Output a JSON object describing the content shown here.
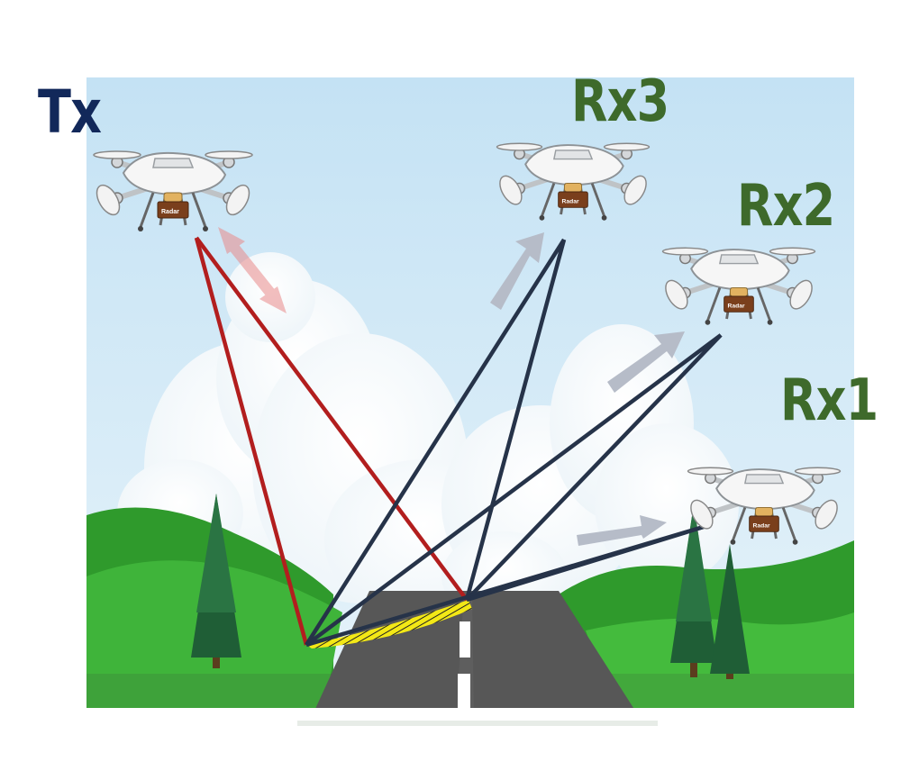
{
  "labels": {
    "tx": "Tx",
    "rx3": "Rx3",
    "rx2": "Rx2",
    "rx1": "Rx1"
  },
  "drone": {
    "payload_label": "Radar"
  },
  "colors": {
    "tx_label": "#12285a",
    "rx_label": "#3e6a2b",
    "tx_beam": "#b21e1e",
    "rx_beam": "#263349",
    "sky": "#cde7f5",
    "grass": "#2f9a2c",
    "road": "#575757",
    "footprint": "#f3e816"
  }
}
